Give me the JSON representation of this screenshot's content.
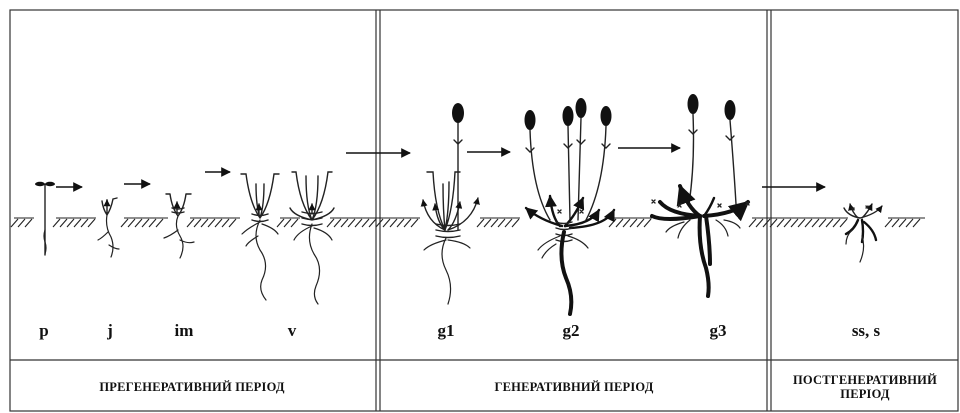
{
  "stages": [
    {
      "id": "p",
      "label": "p"
    },
    {
      "id": "j",
      "label": "j"
    },
    {
      "id": "im",
      "label": "im"
    },
    {
      "id": "v",
      "label": "v"
    },
    {
      "id": "g1",
      "label": "g1"
    },
    {
      "id": "g2",
      "label": "g2"
    },
    {
      "id": "g3",
      "label": "g3"
    },
    {
      "id": "ss",
      "label": "ss, s"
    }
  ],
  "periods": {
    "pregenerative": "ПРЕГЕНЕРАТИВНИЙ ПЕРІОД",
    "generative": "ГЕНЕРАТИВНИЙ ПЕРІОД",
    "postgenerative_line1": "ПОСТГЕНЕРАТИВНИЙ",
    "postgenerative_line2": "ПЕРІОД"
  }
}
